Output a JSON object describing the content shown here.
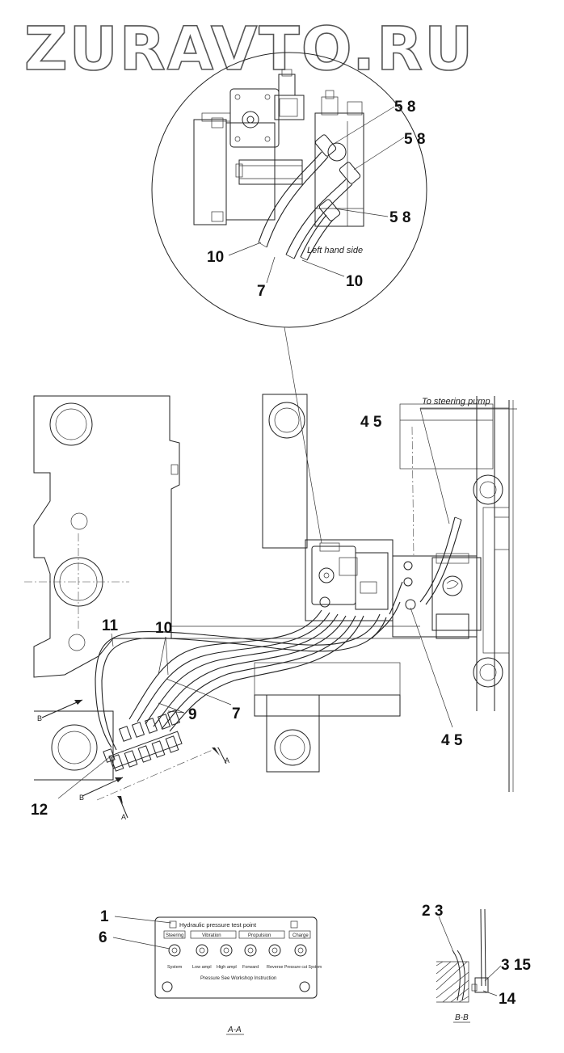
{
  "watermark": "ZURAVTO.RU",
  "detail_notes": {
    "left_hand_side": "Left hand side",
    "to_steering_pump": "To steering pump"
  },
  "callouts": {
    "c58": "5 8",
    "c10": "10",
    "c7": "7",
    "c45": "4 5",
    "c11": "11",
    "c9": "9",
    "c12": "12",
    "c1": "1",
    "c6": "6",
    "c23": "2 3",
    "c315": "3 15",
    "c14": "14"
  },
  "section_markers": {
    "a": "A",
    "b": "B"
  },
  "panel": {
    "title": "Hydraulic pressure test point",
    "groups": [
      "Steering",
      "Vibration",
      "Propulsion",
      "Charge"
    ],
    "port_labels": [
      "System",
      "Low ampl",
      "High ampl",
      "Forward",
      "Reverse",
      "Pressure cut System"
    ],
    "footer": "Pressure See Workshop Instruction"
  },
  "section_titles": {
    "aa": "A-A",
    "bb": "B-B"
  }
}
